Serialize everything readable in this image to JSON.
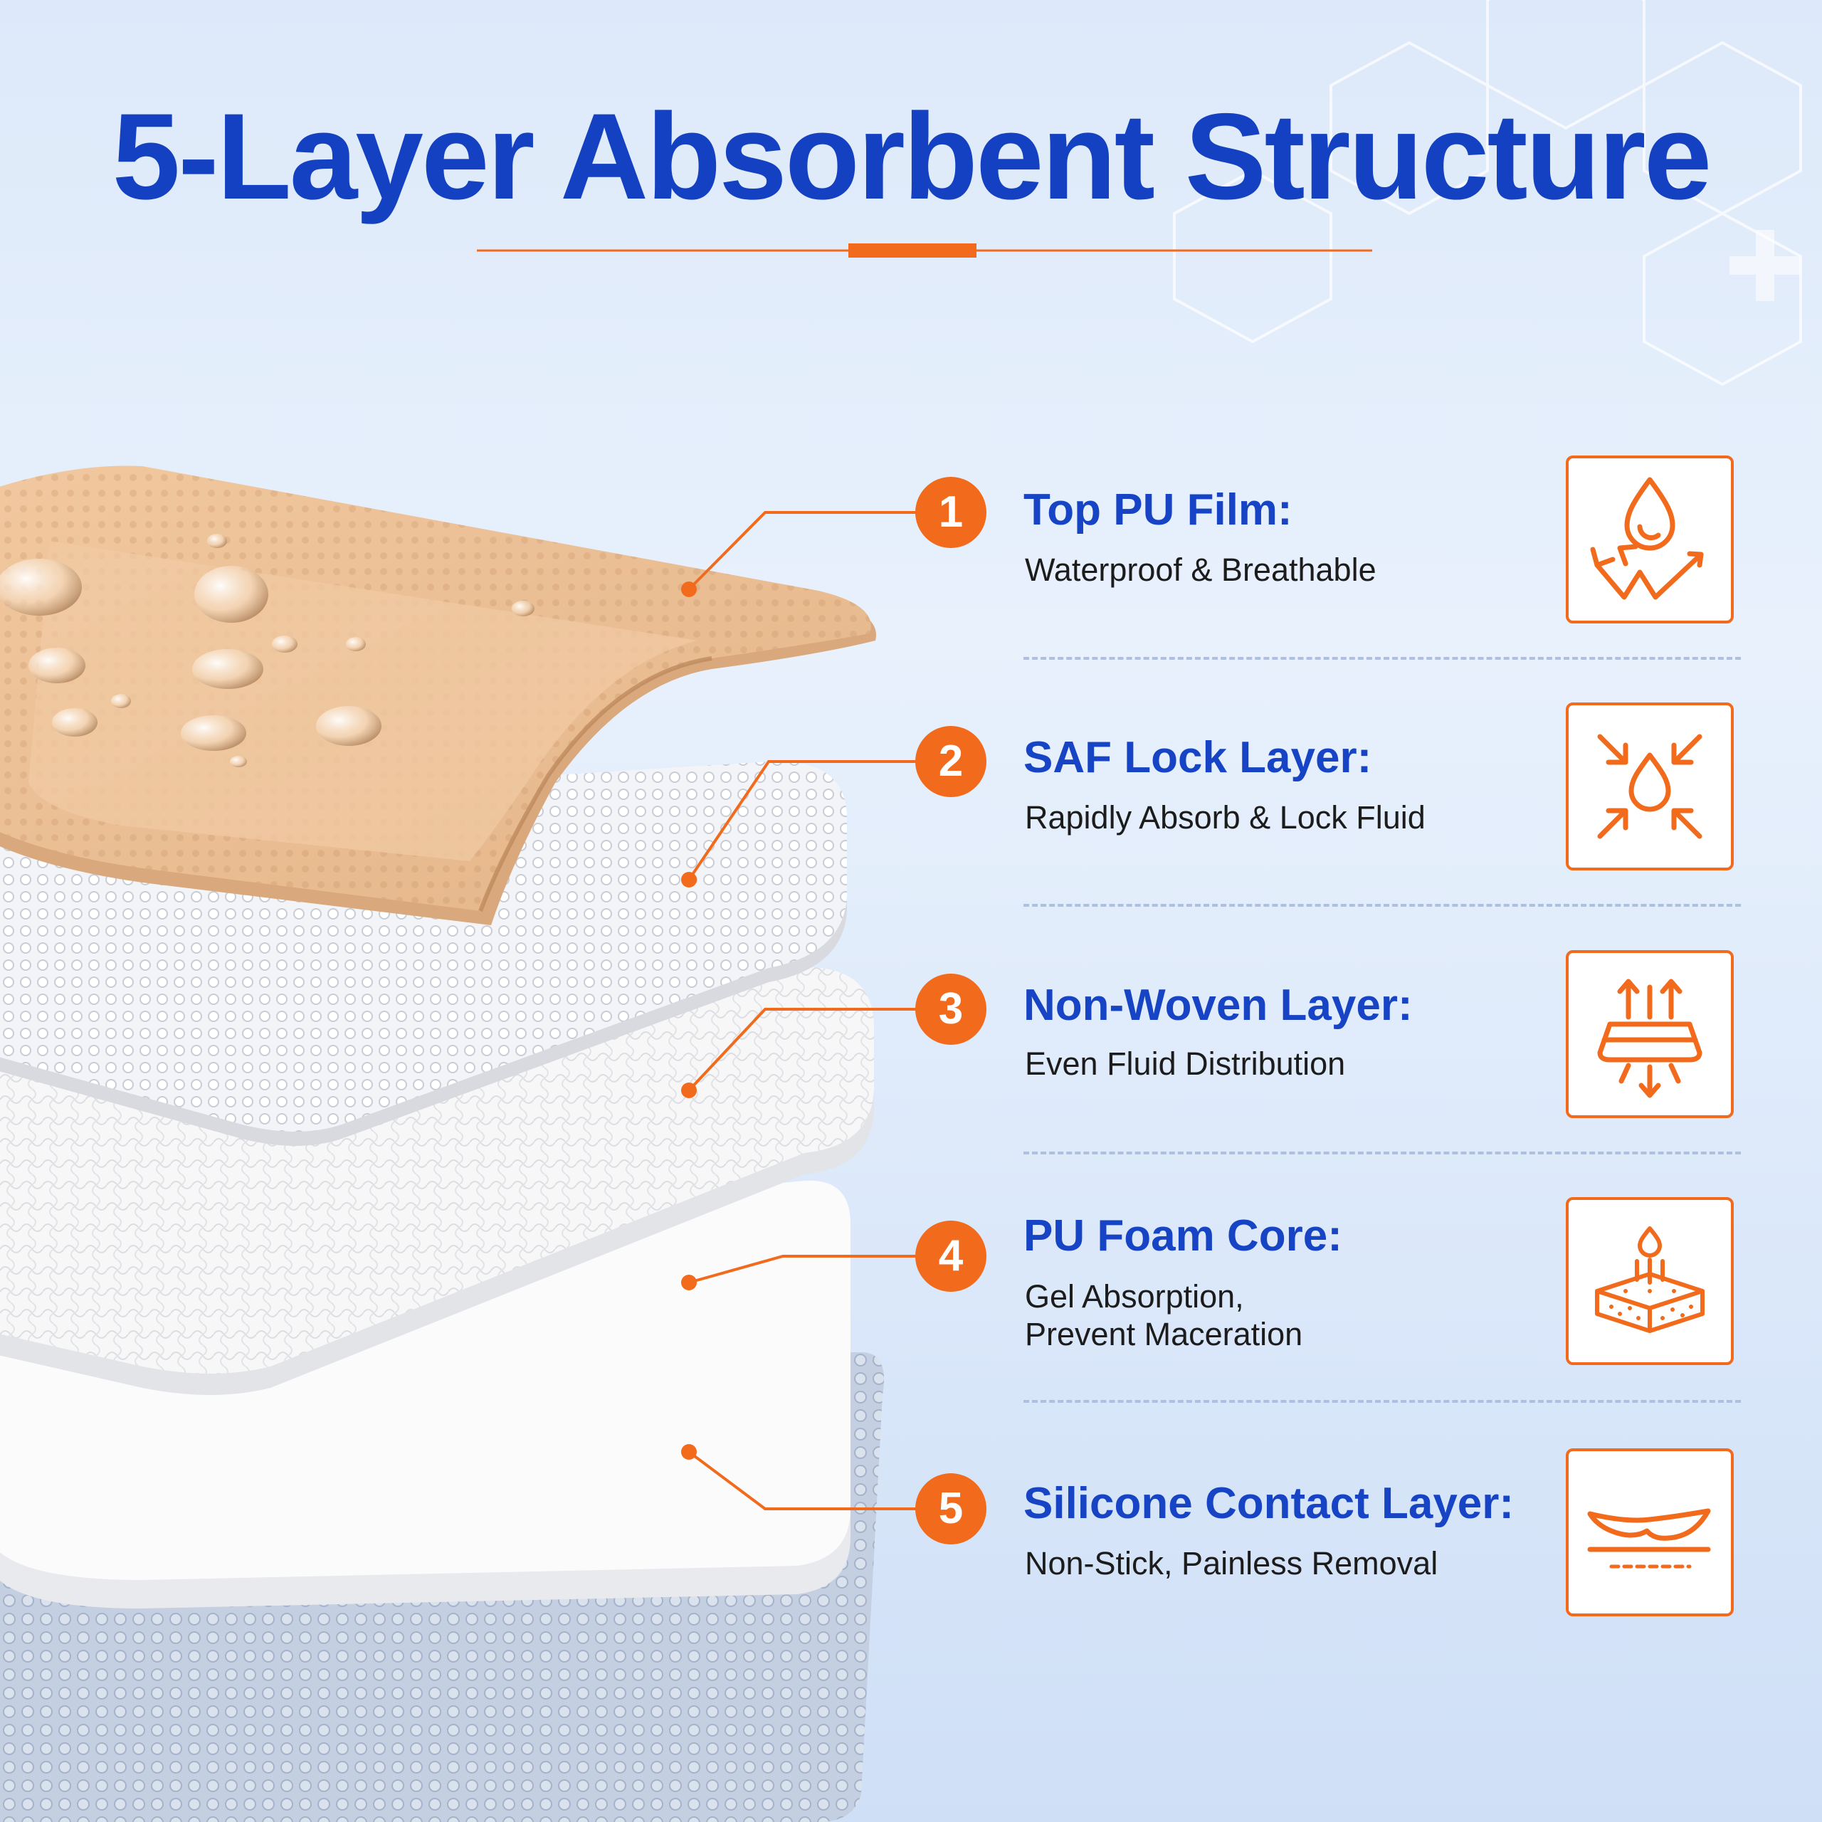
{
  "title": "5-Layer Absorbent Structure",
  "colors": {
    "title_blue": "#1440c2",
    "accent_orange": "#f26a1b",
    "text_dark": "#1c1c1c"
  },
  "layers": [
    {
      "number": "1",
      "title": "Top PU Film:",
      "description": [
        "Waterproof & Breathable"
      ],
      "icon": "waterproof-breathable-icon"
    },
    {
      "number": "2",
      "title": "SAF Lock Layer:",
      "description": [
        "Rapidly Absorb & Lock Fluid"
      ],
      "icon": "absorb-lock-icon"
    },
    {
      "number": "3",
      "title": "Non-Woven Layer:",
      "description": [
        "Even Fluid Distribution"
      ],
      "icon": "fluid-distribution-icon"
    },
    {
      "number": "4",
      "title": "PU Foam Core:",
      "description": [
        "Gel Absorption,",
        "Prevent Maceration"
      ],
      "icon": "foam-absorption-icon"
    },
    {
      "number": "5",
      "title": "Silicone Contact Layer:",
      "description": [
        "Non-Stick, Painless Removal"
      ],
      "icon": "silicone-contact-icon"
    }
  ]
}
